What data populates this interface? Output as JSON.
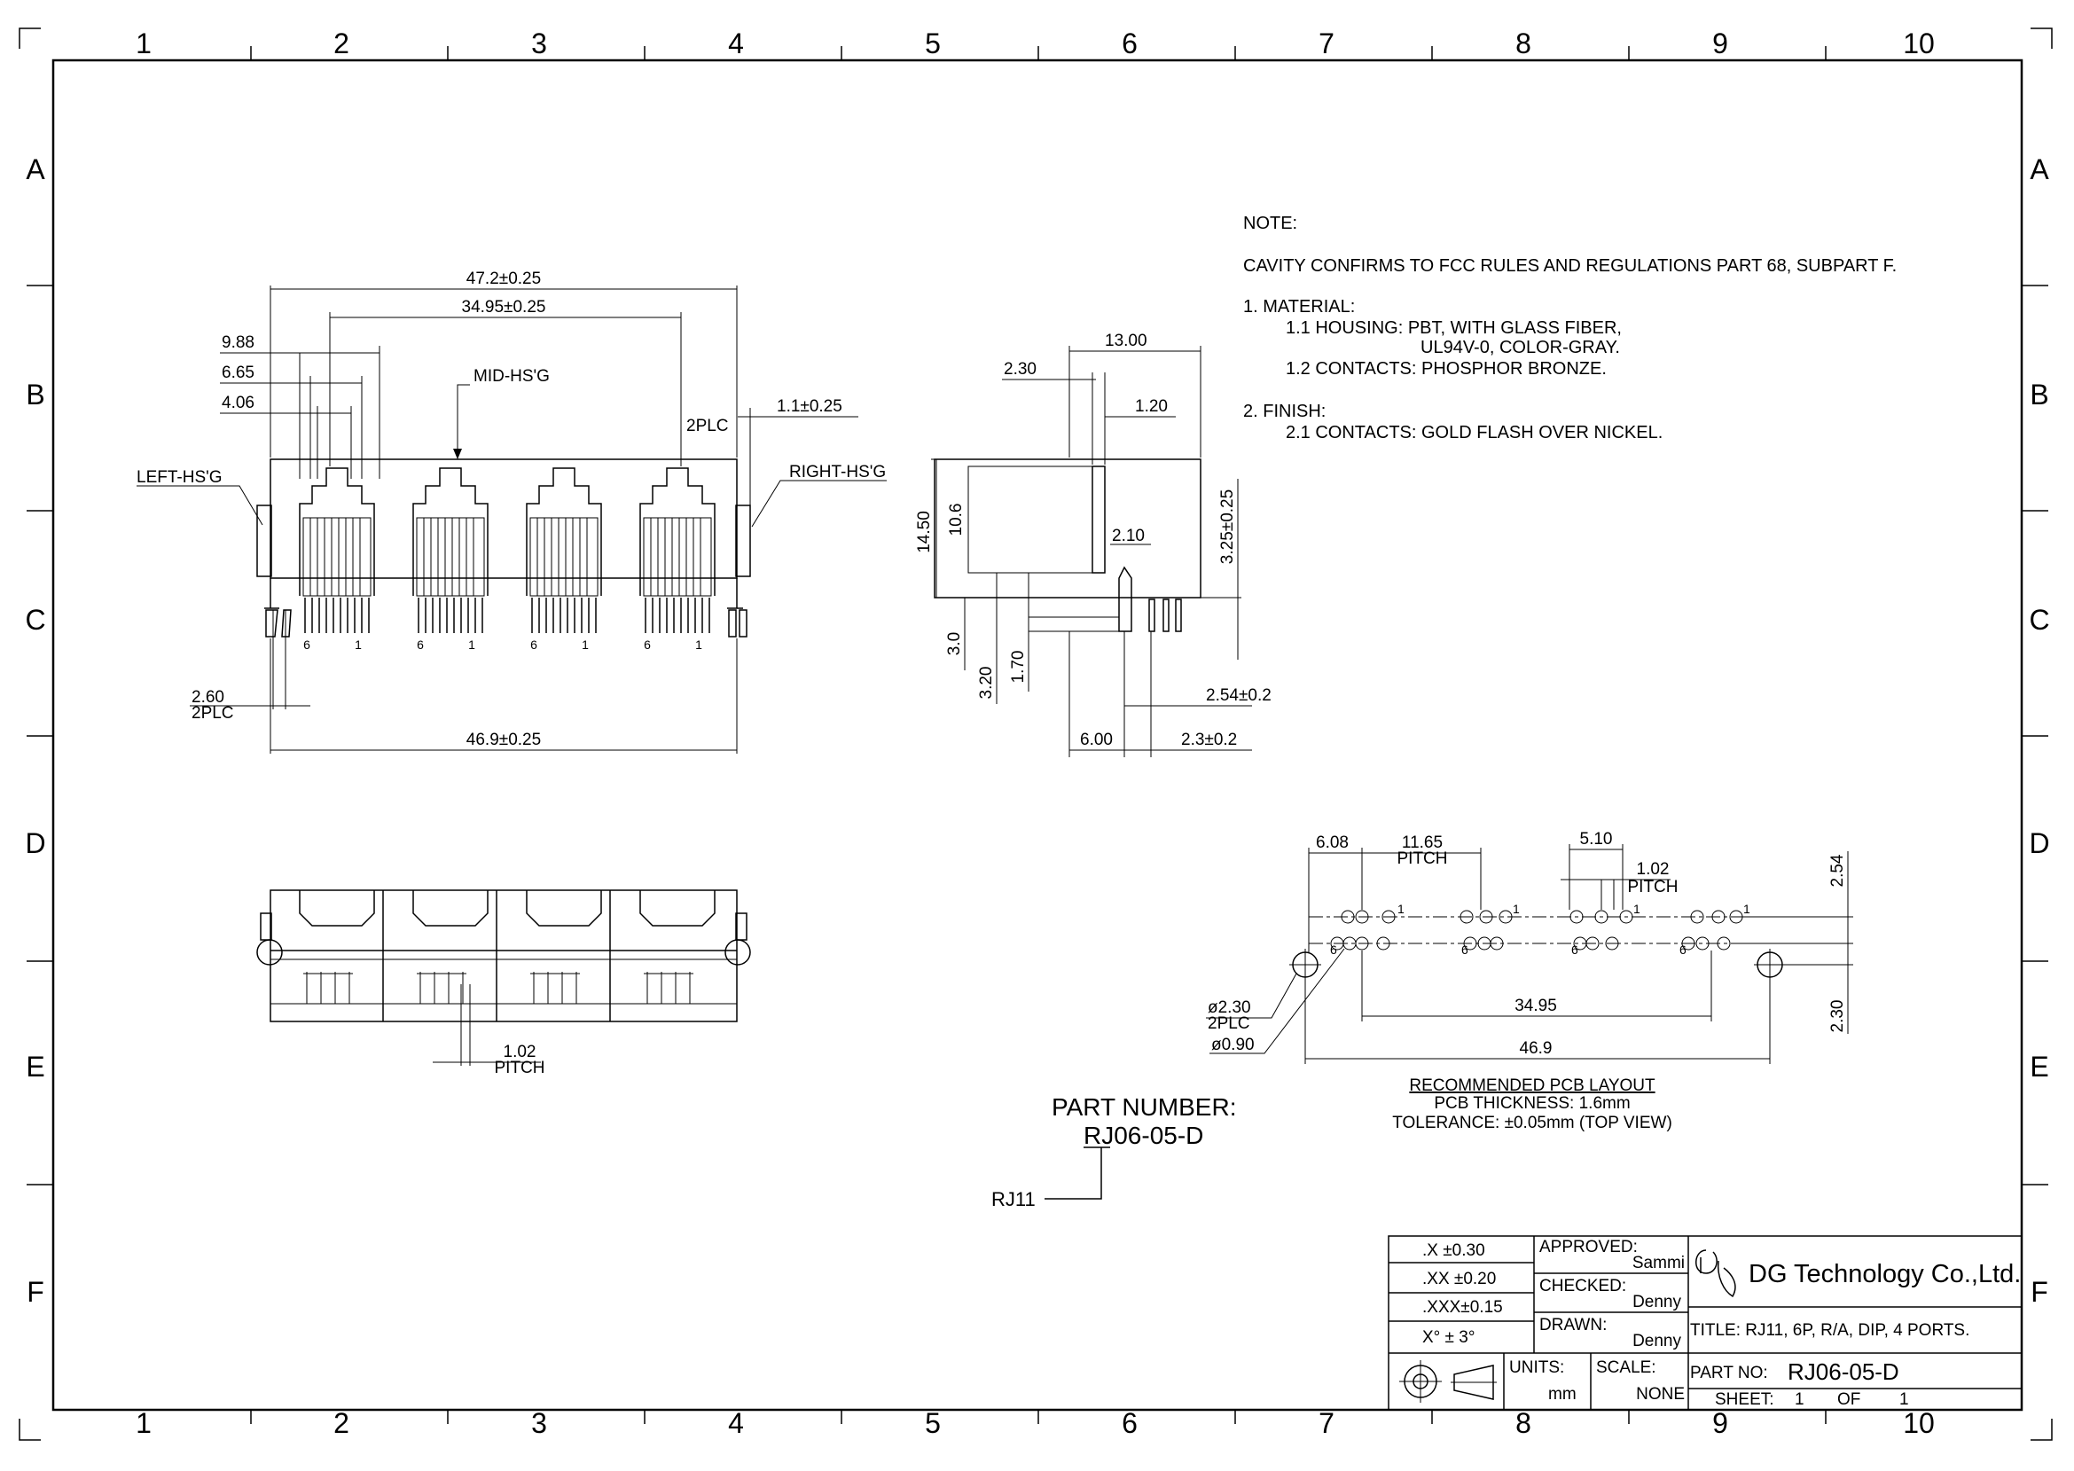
{
  "grid": {
    "columns": [
      "1",
      "2",
      "3",
      "4",
      "5",
      "6",
      "7",
      "8",
      "9",
      "10"
    ],
    "rows": [
      "A",
      "B",
      "C",
      "D",
      "E",
      "F"
    ]
  },
  "notes": {
    "heading": "NOTE:",
    "fcc": "CAVITY CONFIRMS TO FCC RULES AND REGULATIONS PART 68, SUBPART F.",
    "material": "1.  MATERIAL:",
    "housing_1": "1.1  HOUSING:  PBT,  WITH  GLASS  FIBER,",
    "housing_2": "UL94V-0,  COLOR-GRAY.",
    "contacts": "1.2  CONTACTS:  PHOSPHOR  BRONZE.",
    "finish": "2.  FINISH:",
    "finish_contacts": "2.1  CONTACTS:  GOLD  FLASH  OVER  NICKEL."
  },
  "front_view": {
    "overall_width": "47.2±0.25",
    "outer_pitch": "34.95±0.25",
    "d1": "9.88",
    "d2": "6.65",
    "d3": "4.06",
    "mid_label": "MID-HS'G",
    "left_label": "LEFT-HS'G",
    "right_label": "RIGHT-HS'G",
    "right_gap": "1.1±0.25",
    "right_gap_note": "2PLC",
    "left_gap": "2.60",
    "left_gap_note": "2PLC",
    "bottom_width": "46.9±0.25",
    "pin_first": "6",
    "pin_last": "1"
  },
  "side_view": {
    "depth": "13.00",
    "d230": "2.30",
    "d120": "1.20",
    "height": "14.50",
    "inner_height": "10.6",
    "d210": "2.10",
    "right_height": "3.25±0.25",
    "d30": "3.0",
    "d320": "3.20",
    "d170": "1.70",
    "pitch1": "2.54±0.2",
    "d600": "6.00",
    "pitch2": "2.3±0.2"
  },
  "bottom_view": {
    "pitch_value": "1.02",
    "pitch_label": "PITCH"
  },
  "pcb": {
    "d608": "6.08",
    "d1165": "11.65",
    "pitch_label": "PITCH",
    "d510": "5.10",
    "d102": "1.02",
    "d254": "2.54",
    "hole_big": "ø2.30",
    "hole_big_note": "2PLC",
    "hole_small": "ø0.90",
    "d3495": "34.95",
    "d469": "46.9",
    "d230": "2.30",
    "pin_first": "6",
    "pin_last": "1",
    "layout_title": "RECOMMENDED  PCB  LAYOUT",
    "thickness": "PCB  THICKNESS:  1.6mm",
    "tolerance": "TOLERANCE:  ±0.05mm  (TOP  VIEW)"
  },
  "part": {
    "label": "PART  NUMBER:",
    "number": "RJ06-05-D",
    "type": "RJ11"
  },
  "title_block": {
    "tol_x": ".X     ±0.30",
    "tol_xx": ".XX   ±0.20",
    "tol_xxx": ".XXX±0.15",
    "tol_ang": "X°  ±  3°",
    "approved_label": "APPROVED:",
    "approved_by": "Sammi",
    "checked_label": "CHECKED:",
    "checked_by": "Denny",
    "drawn_label": "DRAWN:",
    "drawn_by": "Denny",
    "units_label": "UNITS:",
    "units_value": "mm",
    "scale_label": "SCALE:",
    "scale_value": "NONE",
    "company": "DG Technology Co.,Ltd.",
    "title": "TITLE:  RJ11,  6P,  R/A,  DIP,  4  PORTS.",
    "part_no_label": "PART  NO:",
    "part_no": "RJ06-05-D",
    "sheet_label": "SHEET:",
    "sheet_num": "1",
    "sheet_of": "OF",
    "sheet_total": "1"
  }
}
